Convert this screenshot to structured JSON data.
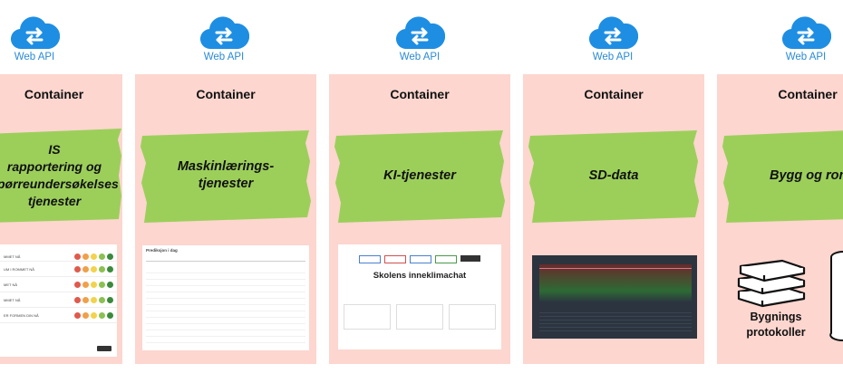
{
  "api_label": "Web API",
  "container_label": "Container",
  "colors": {
    "api_icon": "#1e8ee3",
    "container_bg": "#fcd6cf",
    "tape": "#9ccf5a"
  },
  "columns": [
    {
      "service": "IS\nrapportering og\nspørreundersøkelses\ntjenester",
      "preview": "survey-screenshot"
    },
    {
      "service": "Maskinlærings-\ntjenester",
      "preview": "prediction-table-screenshot"
    },
    {
      "service": "KI-tjenester",
      "preview": "chat-screenshot",
      "chat_title": "Skolens inneklimachat"
    },
    {
      "service": "SD-data",
      "preview": "dark-chart-screenshot"
    },
    {
      "service": "Bygg og rom",
      "preview": "books-and-database-icons",
      "protocol_label": "Bygnings\nprotokoller"
    }
  ]
}
